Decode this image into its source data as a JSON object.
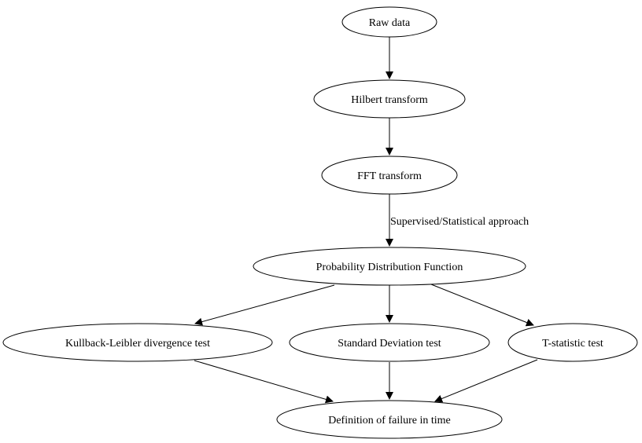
{
  "diagram": {
    "nodes": {
      "raw": "Raw data",
      "hilbert": "Hilbert transform",
      "fft": "FFT transform",
      "pdf": "Probability Distribution Function",
      "kl": "Kullback-Leibler divergence test",
      "sd": "Standard Deviation test",
      "ts": "T-statistic test",
      "failure": "Definition of failure in time"
    },
    "edge_labels": {
      "fft_to_pdf": "Supervised/Statistical approach"
    },
    "colors": {
      "stroke": "#000000",
      "background": "#ffffff"
    }
  }
}
